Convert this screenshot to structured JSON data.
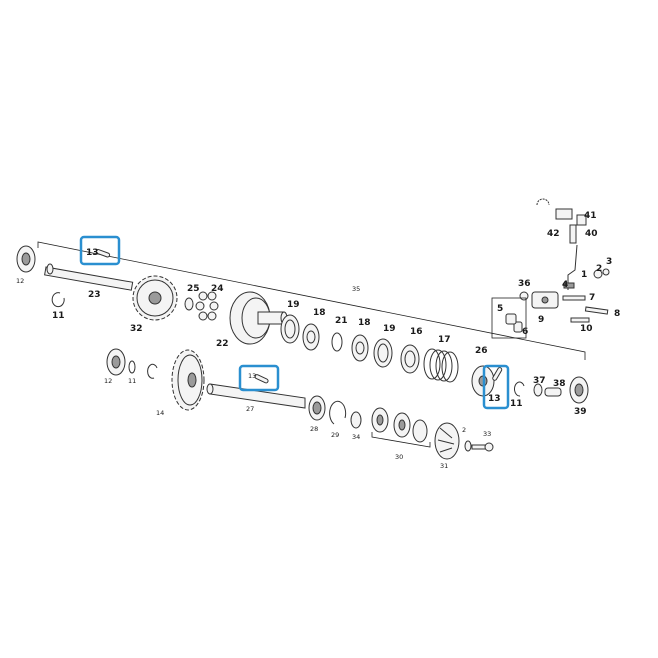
{
  "diagram": {
    "highlight_color": "#2a8fd0",
    "labels": {
      "p1": "1",
      "p2": "2",
      "p2b": "2",
      "p3": "3",
      "p4": "4",
      "p5": "5",
      "p6": "6",
      "p7": "7",
      "p8": "8",
      "p9": "9",
      "p10": "10",
      "p11a": "11",
      "p11b": "11",
      "p11c": "11",
      "p12a": "12",
      "p12b": "12",
      "p13a": "13",
      "p13b": "13",
      "p13c": "13",
      "p14": "14",
      "p16": "16",
      "p17": "17",
      "p18a": "18",
      "p18b": "18",
      "p19a": "19",
      "p19b": "19",
      "p21": "21",
      "p22": "22",
      "p23": "23",
      "p24": "24",
      "p25": "25",
      "p26": "26",
      "p27": "27",
      "p28": "28",
      "p29": "29",
      "p30": "30",
      "p31": "31",
      "p32": "32",
      "p33": "33",
      "p34": "34",
      "p35": "35",
      "p36": "36",
      "p37": "37",
      "p38": "38",
      "p39": "39",
      "p40": "40",
      "p41": "41",
      "p42": "42"
    }
  }
}
